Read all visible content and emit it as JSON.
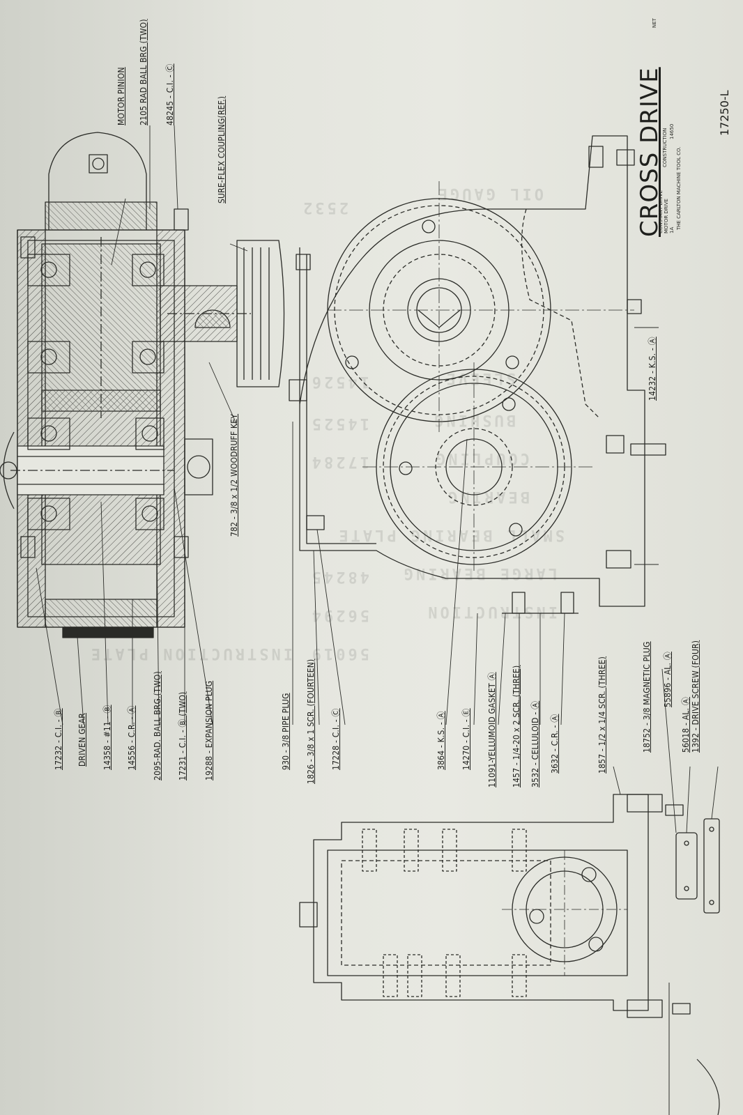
{
  "title_block": {
    "title": "CROSS DRIVE",
    "drawing_number": "17250-L",
    "company": "THE CARLTON MACHINE TOOL CO.",
    "line_a": "CONSTANT DRIVE",
    "line_b": "MOTOR DRIVE",
    "line_c": "CONSTRUCTION",
    "line_d": "14650",
    "line_e": "1A",
    "sheet_mark": "NET"
  },
  "callouts_upper": [
    {
      "id": "driven-gear",
      "text": "DRIVEN GEAR"
    },
    {
      "id": "17232",
      "text": "17232 - C.I. - Ⓑ"
    },
    {
      "id": "14358",
      "text": "14358 - #11 - Ⓑ"
    },
    {
      "id": "14556",
      "text": "14556 - C.R. - Ⓐ"
    },
    {
      "id": "2095",
      "text": "2095-RAD. BALL BRG.(TWO)"
    },
    {
      "id": "17231",
      "text": "17231 - C.I. - Ⓑ (TWO)"
    },
    {
      "id": "19288",
      "text": "19288 - EXPANSION PLUG"
    },
    {
      "id": "motor-pinion",
      "text": "MOTOR PINION"
    },
    {
      "id": "2105",
      "text": "2105 RAD BALL BRG (TWO)"
    },
    {
      "id": "48245",
      "text": "48245 - C.I. - Ⓒ"
    },
    {
      "id": "sure-flex",
      "text": "SURE-FLEX COUPLING(REF.)"
    },
    {
      "id": "woodruff",
      "text": "782 - 3/8 x 1/2 WOODRUFF KEY"
    }
  ],
  "callouts_middle": [
    {
      "id": "930",
      "text": "930 - 3/8 PIPE PLUG"
    },
    {
      "id": "1826",
      "text": "1826 - 3/8 x 1 SCR. (FOURTEEN)"
    },
    {
      "id": "17228",
      "text": "17228 - C.I. - Ⓒ"
    },
    {
      "id": "3864",
      "text": "3864 - K.S. - Ⓐ"
    },
    {
      "id": "14270",
      "text": "14270 - C.I. - Ⓔ"
    },
    {
      "id": "11091",
      "text": "11091-YELLUMOID GASKET Ⓐ"
    },
    {
      "id": "1457",
      "text": "1457 - 1/4-20 x 2 SCR. (THREE)"
    },
    {
      "id": "3532",
      "text": "3532 - CELLULOID - Ⓐ"
    },
    {
      "id": "3632",
      "text": "3632 - C.R. - Ⓐ"
    },
    {
      "id": "1857",
      "text": "1857 - 1/2 x 1/4 SCR. (THREE)"
    },
    {
      "id": "14232",
      "text": "14232 - K.S. - Ⓐ"
    }
  ],
  "callouts_lower": [
    {
      "id": "18752",
      "text": "18752 - 3/8 MAGNETIC PLUG"
    },
    {
      "id": "55896",
      "text": "55896 - AL. Ⓐ"
    },
    {
      "id": "56018",
      "text": "56018 - AL. Ⓐ"
    },
    {
      "id": "1392",
      "text": "1392 - DRIVE SCREW (FOUR)"
    }
  ],
  "show_through_text": [
    "OIL GAUGE",
    "SLEEVE",
    "BUSHING",
    "COUPLING",
    "BEARING",
    "SMALL BEARING PLATE",
    "LARGE BEARING",
    "INSTRUCTION",
    "INSTRUCTION PLATE",
    "2532",
    "14526",
    "14525",
    "17284",
    "48245",
    "56294",
    "56019"
  ]
}
